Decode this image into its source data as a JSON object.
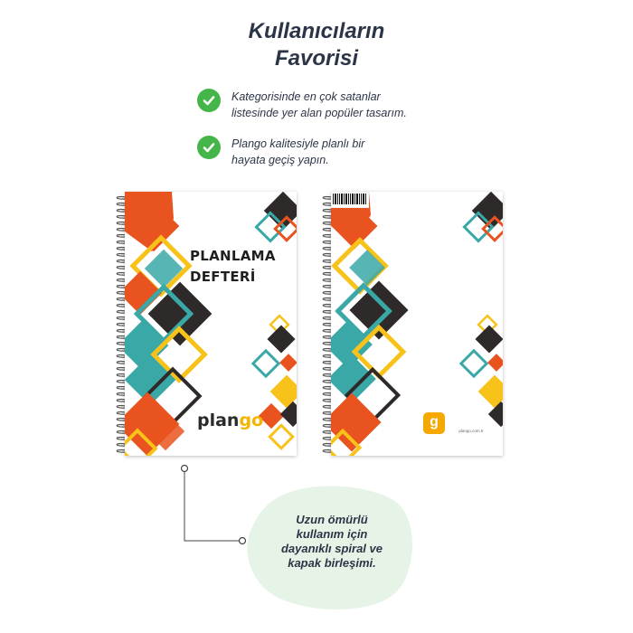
{
  "headline": {
    "line1": "Kullanıcıların",
    "line2": "Favorisi"
  },
  "features": [
    {
      "icon": "check-circle-icon",
      "line1": "Kategorisinde en çok satanlar",
      "line2": "listesinde yer alan popüler tasarım."
    },
    {
      "icon": "check-circle-icon",
      "line1": "Plango kalitesiyle planlı bir",
      "line2": "hayata geçiş yapın."
    }
  ],
  "front_cover": {
    "title_line1": "PLANLAMA",
    "title_line2": "DEFTERİ",
    "brand_main": "plan",
    "brand_accent": "go"
  },
  "back_cover": {
    "logo": "g",
    "url": "plango.com.tr"
  },
  "callout": {
    "line1": "Uzun ömürlü",
    "line2": "kullanım için",
    "line3": "dayanıklı spiral ve",
    "line4": "kapak birleşimi."
  },
  "colors": {
    "check": "#44b649",
    "text": "#2c3547",
    "orange": "#e8531f",
    "dark": "#2e2a2a",
    "teal": "#3aa8a7",
    "yellow": "#f7c21a",
    "blob": "#e6f3e7"
  }
}
